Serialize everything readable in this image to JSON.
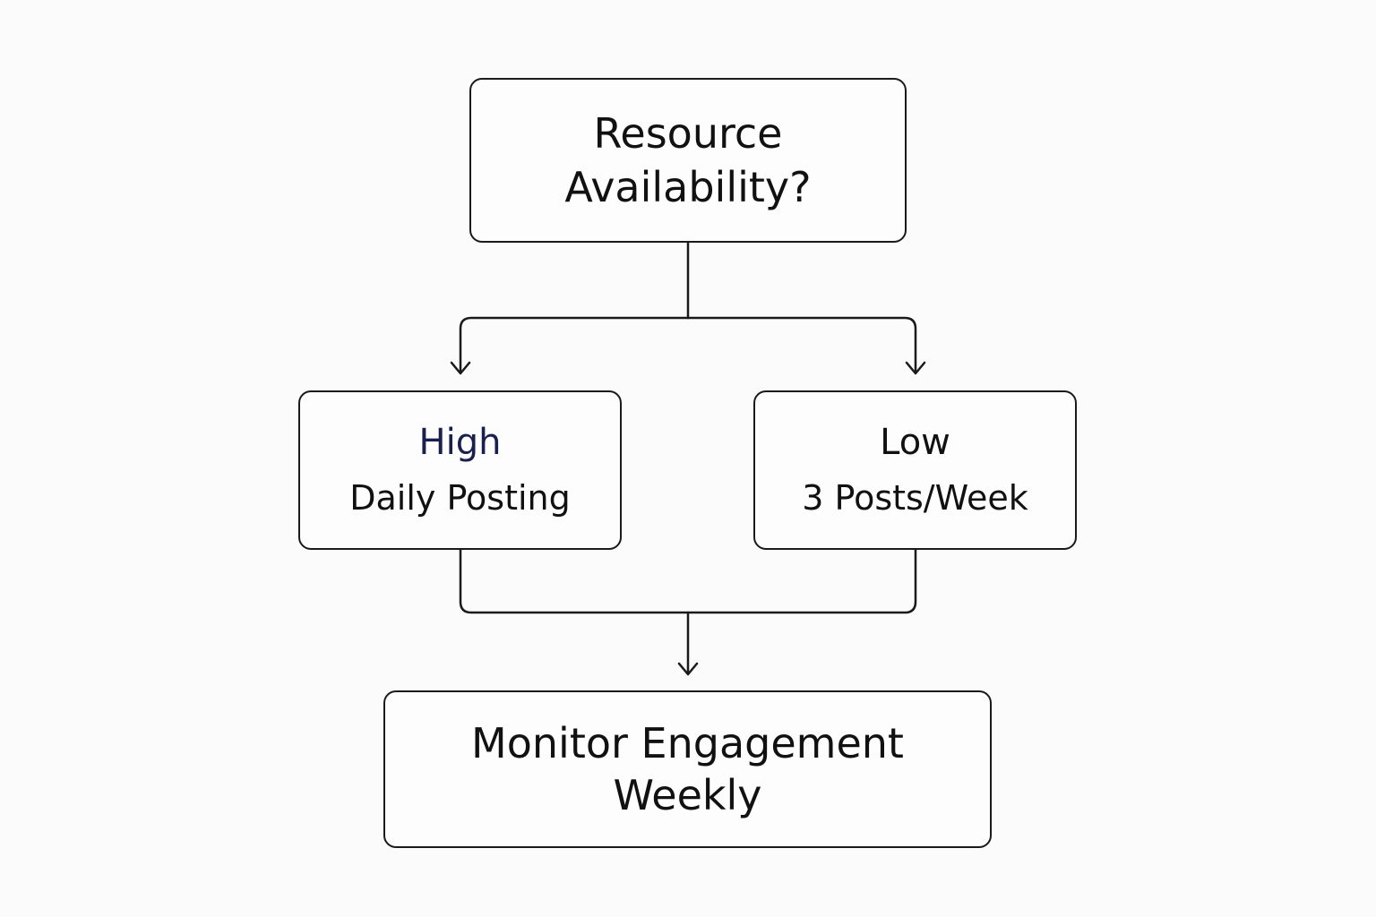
{
  "nodes": {
    "decision": {
      "line1": "Resource",
      "line2": "Availability?"
    },
    "high": {
      "title": "High",
      "detail": "Daily Posting"
    },
    "low": {
      "title": "Low",
      "detail": "3 Posts/Week"
    },
    "monitor": {
      "line1": "Monitor Engagement",
      "line2": "Weekly"
    }
  },
  "colors": {
    "stroke": "#1a1a1a",
    "text": "#111111",
    "high_title": "#1b1f4d",
    "background": "#fbfbfb"
  }
}
